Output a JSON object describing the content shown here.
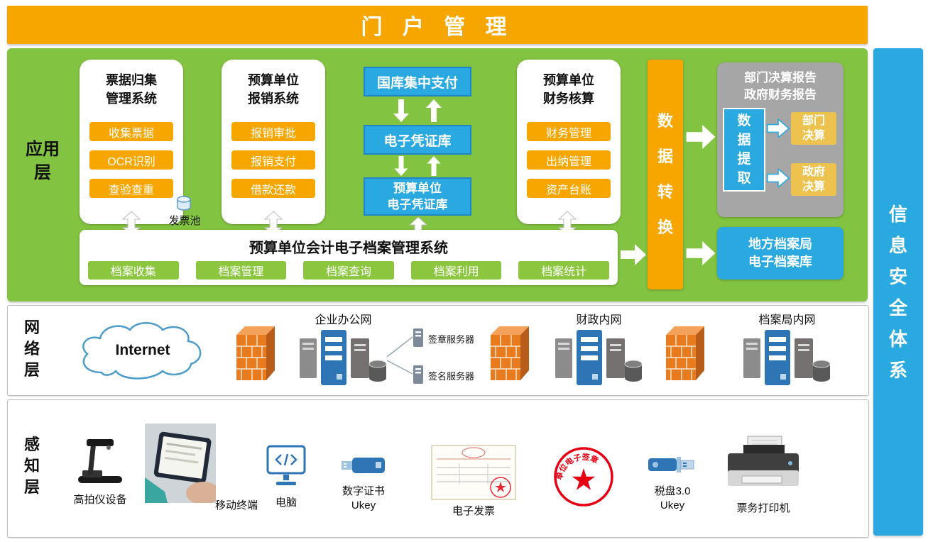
{
  "colors": {
    "banner_orange": "#F7A600",
    "app_green": "#82C341",
    "accent_blue": "#29A9E0",
    "report_gray": "#A6A6A6",
    "result_yellow": "#EDC24E",
    "chip_green": "#8CC63F",
    "seal_red": "#E60012"
  },
  "banner": {
    "title": "门 户 管 理"
  },
  "security_bar": {
    "label": "信息安全体系"
  },
  "app_layer": {
    "label": "应用\n层",
    "bill_system": {
      "title": "票据归集\n管理系统",
      "items": [
        "收集票据",
        "OCR识别",
        "查验查重"
      ],
      "pool_label": "发票池"
    },
    "reimburse_system": {
      "title": "预算单位\n报销系统",
      "items": [
        "报销审批",
        "报销支付",
        "借款还款"
      ]
    },
    "payment_chain": {
      "treasury": "国库集中支付",
      "voucher": "电子凭证库",
      "unit_voucher": "预算单位\n电子凭证库"
    },
    "finance_system": {
      "title": "预算单位\n财务核算",
      "items": [
        "财务管理",
        "出纳管理",
        "资产台账"
      ]
    },
    "data_convert": "数据转换",
    "report_box": {
      "title": "部门决算报告\n政府财务报告",
      "extract": "数据提取",
      "outputs": [
        "部门\n决算",
        "政府\n决算"
      ]
    },
    "archive_bureau": "地方档案局\n电子档案库",
    "archive_system": {
      "title": "预算单位会计电子档案管理系统",
      "items": [
        "档案收集",
        "档案管理",
        "档案查询",
        "档案利用",
        "档案统计"
      ]
    }
  },
  "network_layer": {
    "label": "网络层",
    "internet_label": "Internet",
    "groups": [
      "企业办公网",
      "财政内网",
      "档案局内网"
    ],
    "sign_servers": [
      "签章服务器",
      "签名服务器"
    ]
  },
  "device_layer": {
    "label": "感知层",
    "devices": [
      "高拍仪设备",
      "移动终端",
      "电脑",
      "数字证书\nUkey",
      "电子发票",
      "税盘3.0\nUkey",
      "票务打印机"
    ],
    "seal_text": "单位电子签章"
  }
}
